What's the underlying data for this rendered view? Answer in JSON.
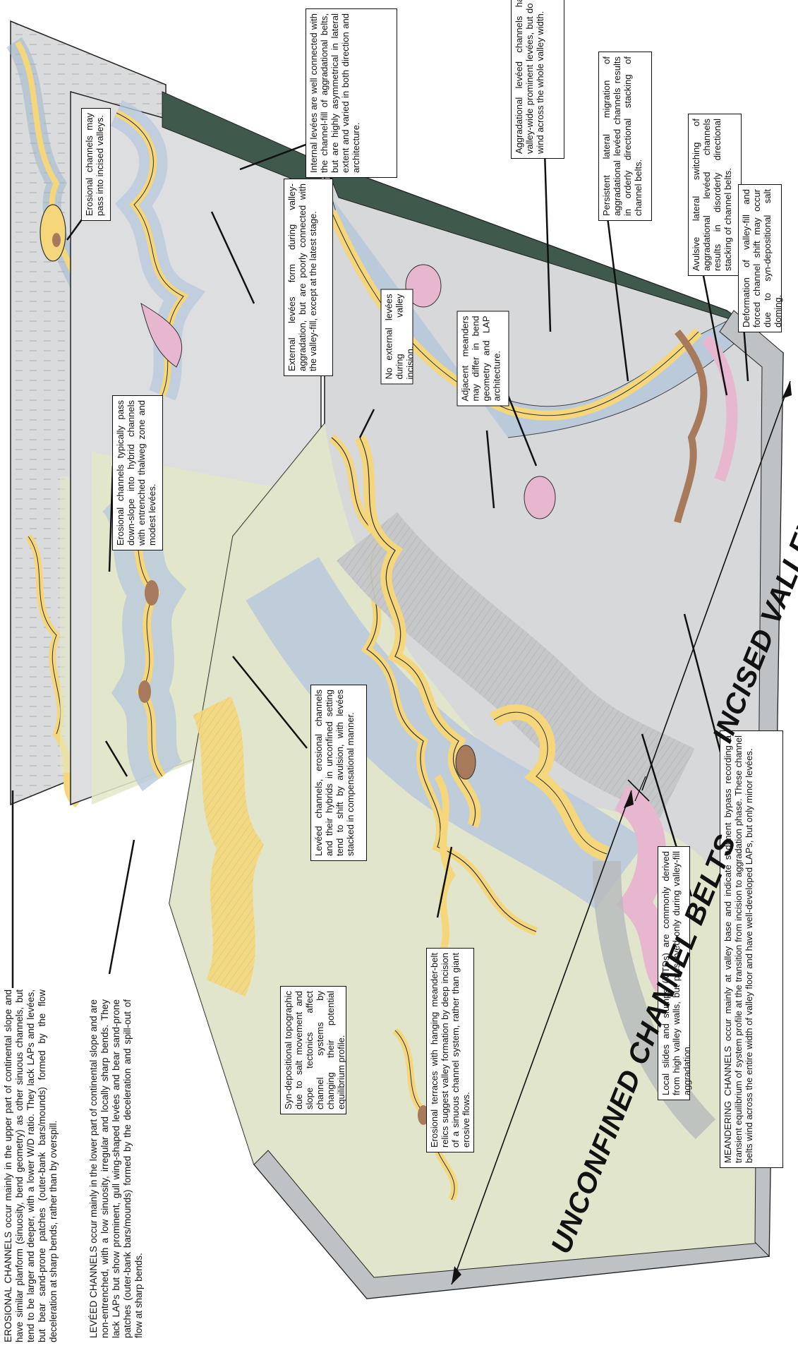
{
  "callouts": {
    "erosional_channels": "EROSIONAL CHANNELS occur mainly in the upper part of continental slope and have similar planform (sinuosity, bend geometry) as other sinuous channels, but tend to be larger and deeper, with a lower W/D ratio. They lack LAPs and levées, but bear sand-prone patches (outer-bank bars/mounds) formed by the flow deceleration at sharp bends, rather than by overspill.",
    "leveed_channels": "LEVÉED CHANNELS occur mainly in the lower part of continental slope and are non-entrenched, with a low sinuosity, irregular and locally sharp bends. They lack LAPs but show prominent, gull wing-shaped levées and bear sand-prone patches (outer-bank bars/mounds) formed by the deceleration and spill-out of flow at sharp bends.",
    "syn_depositional": "Syn-depositional topographic due to salt movement and slope tectonics affect channel systems by changing their potential equilibrium profile.",
    "erosional_terraces": "Erosional terraces with hanging meander-belt relics suggest valley formation by deep incision of a sinuous channel system, rather than giant erosive flows.",
    "local_slides": "Local slides and slumps (MTDs) are commonly derived from high valley walls, but preserved only during valley-fill aggradation.",
    "meandering_channels": "MEANDERING CHANNELS occur mainly at valley base and indicate sediment bypass recording a transient equilibrium of system profile at the transition from incision to aggradation phase. These channel belts wind across the entire width of valley floor and have well-developed LAPs, but only minor levées.",
    "leveed_hybrids": "Levéed channels, erosional channels and their hybrids in unconfined setting tend to shift by avulsion, with levées stacked in compensational manner.",
    "erosional_hybrid": "Erosional channels typically pass down-slope into hybrid channels with entrenched thalweg zone and modest levées.",
    "erosional_pass": "Erosional channels may pass into incised valleys.",
    "external_levees": "External levées form during valley-aggradation, but are poorly connected with the valley-fill, except at the latest stage.",
    "internal_levees": "Internal levées are well connected with the channel-fill of aggradational belts, but are highly asymmetrical in lateral extent and varied in both direction and architecture.",
    "no_external_levees": "No external levées during valley incision.",
    "adjacent_meanders": "Adjacent meanders may differ in bend geometry and LAP architecture.",
    "aggradational_leveed": "Aggradational levéed channels have valley-wide prominent levées, but do not wind across the whole valley width.",
    "persistent_migration": "Persistent lateral migration of aggradational levéed channels results in orderly directional stacking of channel belts.",
    "avulsive_switching": "Avulsive lateral switching of aggradational levéed channels results in disorderly directional stacking of channel belts.",
    "deformation": "Deformation of valley-fill and forced channel shift may occur due to syn-depositional salt doming."
  },
  "banners": {
    "unconfined": "UNCONFINED CHANNEL BELTS",
    "incised": "INCISED VALLEY-FILLS"
  },
  "colors": {
    "sand": "#f5d67a",
    "levee_blue": "#b9c9dc",
    "valley_gray": "#d6d8da",
    "pale_green": "#e3e8c8",
    "mud_brown": "#a87a5c",
    "pink_mtd": "#e7b7cf",
    "dark_green": "#3f5a4c",
    "wall_gray": "#bfc2c5"
  }
}
